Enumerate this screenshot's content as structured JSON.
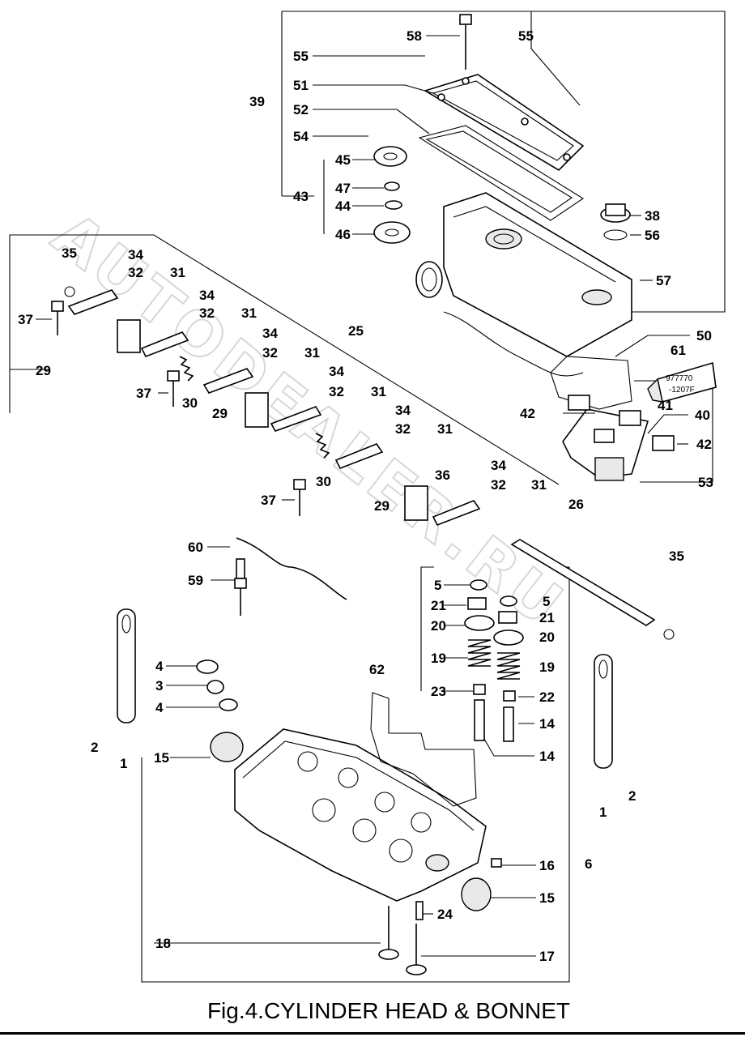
{
  "figure": {
    "caption": "Fig.4.CYLINDER HEAD & BONNET",
    "watermark": "AUTODEALER.RU",
    "sealant_tube_text": [
      "977770",
      "-1207F"
    ]
  },
  "labels": {
    "p58": "58",
    "p55a": "55",
    "p55b": "55",
    "p51": "51",
    "p52": "52",
    "p39": "39",
    "p54": "54",
    "p45": "45",
    "p47": "47",
    "p44": "44",
    "p43": "43",
    "p46": "46",
    "p38": "38",
    "p56": "56",
    "p57": "57",
    "p50": "50",
    "p61": "61",
    "p41": "41",
    "p40": "40",
    "p42a": "42",
    "p42b": "42",
    "p53": "53",
    "p35a": "35",
    "p34a": "34",
    "p32a": "32",
    "p31a": "31",
    "p37a": "37",
    "p34b": "34",
    "p32b": "32",
    "p31b": "31",
    "p29a": "29",
    "p25": "25",
    "p34c": "34",
    "p32c": "32",
    "p31c": "31",
    "p30a": "30",
    "p37b": "37",
    "p29b": "29",
    "p34d": "34",
    "p32d": "32",
    "p31d": "31",
    "p34e": "34",
    "p32e": "32",
    "p31e": "31",
    "p30b": "30",
    "p36": "36",
    "p37c": "37",
    "p29c": "29",
    "p34f": "34",
    "p32f": "32",
    "p31f": "31",
    "p26": "26",
    "p35b": "35",
    "p60": "60",
    "p59": "59",
    "p5a": "5",
    "p21a": "21",
    "p20a": "20",
    "p19a": "19",
    "p23": "23",
    "p5b": "5",
    "p21b": "21",
    "p20b": "20",
    "p19b": "19",
    "p22": "22",
    "p14a": "14",
    "p14b": "14",
    "p62": "62",
    "p4a": "4",
    "p3": "3",
    "p4b": "4",
    "p2a": "2",
    "p1a": "1",
    "p15a": "15",
    "p1b": "1",
    "p2b": "2",
    "p16": "16",
    "p6": "6",
    "p15b": "15",
    "p24": "24",
    "p18": "18",
    "p17": "17"
  }
}
